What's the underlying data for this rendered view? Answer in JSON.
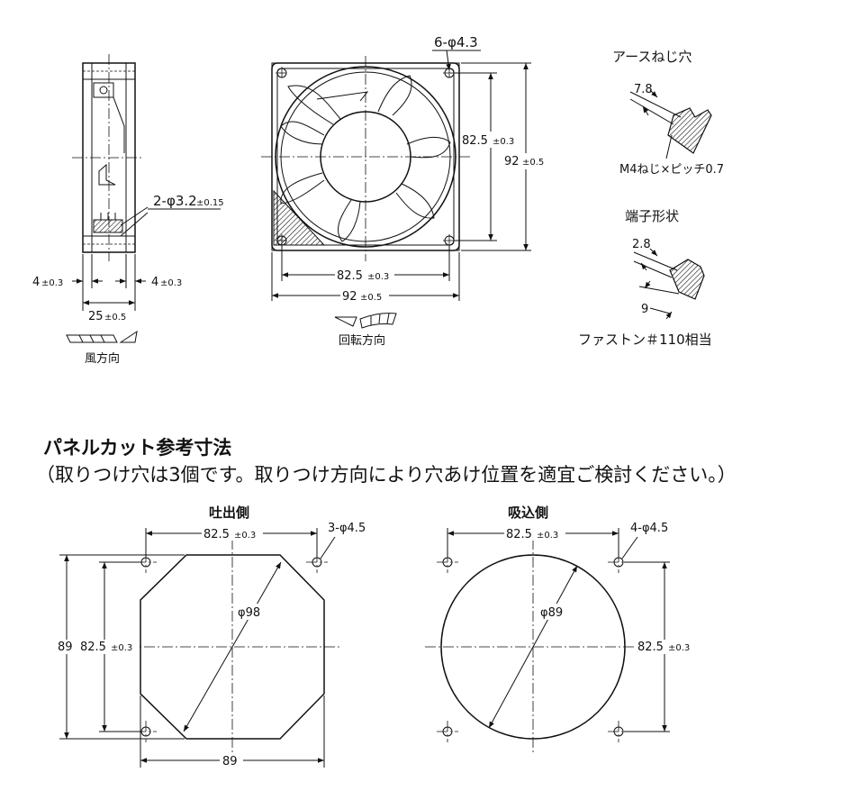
{
  "top": {
    "side_view": {
      "hole_label": "2-φ3.2",
      "hole_tol": "±0.15",
      "left_dim": "4",
      "left_tol": "±0.3",
      "right_dim": "4",
      "right_tol": "±0.3",
      "depth_dim": "25",
      "depth_tol": "±0.5",
      "wind_label": "風方向"
    },
    "front_view": {
      "hole_label": "6-φ4.3",
      "pitch_v": "82.5",
      "pitch_v_tol": "±0.3",
      "size_v": "92",
      "size_v_tol": "±0.5",
      "pitch_h": "82.5",
      "pitch_h_tol": "±0.3",
      "size_h": "92",
      "size_h_tol": "±0.5",
      "rotation_label": "回転方向"
    },
    "earth_screw": {
      "title": "アースねじ穴",
      "dim": "7.8",
      "note": "M4ねじ×ピッチ0.7"
    },
    "terminal": {
      "title": "端子形状",
      "dim1": "2.8",
      "dim2": "9",
      "note": "ファストン＃110相当"
    }
  },
  "panel": {
    "title": "パネルカット参考寸法",
    "note": "（取りつけ穴は3個です。取りつけ方向により穴あけ位置を適宜ご検討ください。）",
    "outlet": {
      "title": "吐出側",
      "pitch_h": "82.5",
      "pitch_h_tol": "±0.3",
      "hole_label": "3-φ4.5",
      "dia": "φ98",
      "size_v": "89",
      "pitch_v": "82.5",
      "pitch_v_tol": "±0.3",
      "size_h": "89"
    },
    "inlet": {
      "title": "吸込側",
      "pitch_h": "82.5",
      "pitch_h_tol": "±0.3",
      "hole_label": "4-φ4.5",
      "dia": "φ89",
      "pitch_v": "82.5",
      "pitch_v_tol": "±0.3"
    }
  }
}
